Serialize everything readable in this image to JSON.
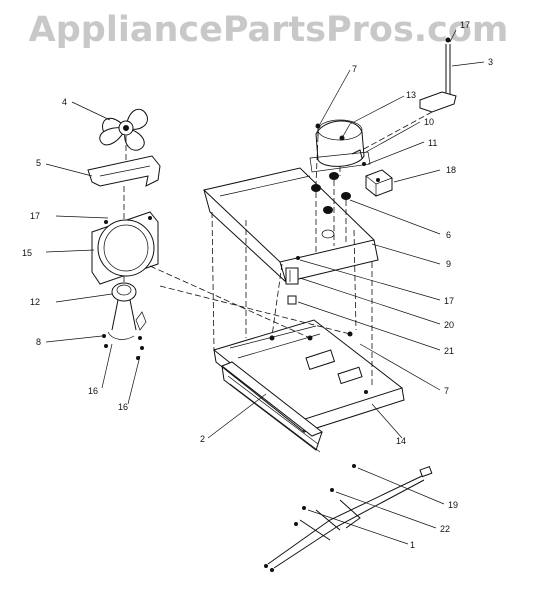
{
  "watermark": "AppliancePartsPros.com",
  "colors": {
    "ink": "#111111",
    "watermark": "#c8c8c8",
    "background": "#ffffff"
  },
  "callouts": {
    "c1": "1",
    "c2": "2",
    "c3": "3",
    "c4": "4",
    "c5": "5",
    "c6": "6",
    "c7a": "7",
    "c7b": "7",
    "c8": "8",
    "c9": "9",
    "c10": "10",
    "c11": "11",
    "c12": "12",
    "c13": "13",
    "c14": "14",
    "c15": "15",
    "c16a": "16",
    "c16b": "16",
    "c17a": "17",
    "c17b": "17",
    "c17c": "17",
    "c18": "18",
    "c19": "19",
    "c20": "20",
    "c21": "21",
    "c22": "22"
  }
}
